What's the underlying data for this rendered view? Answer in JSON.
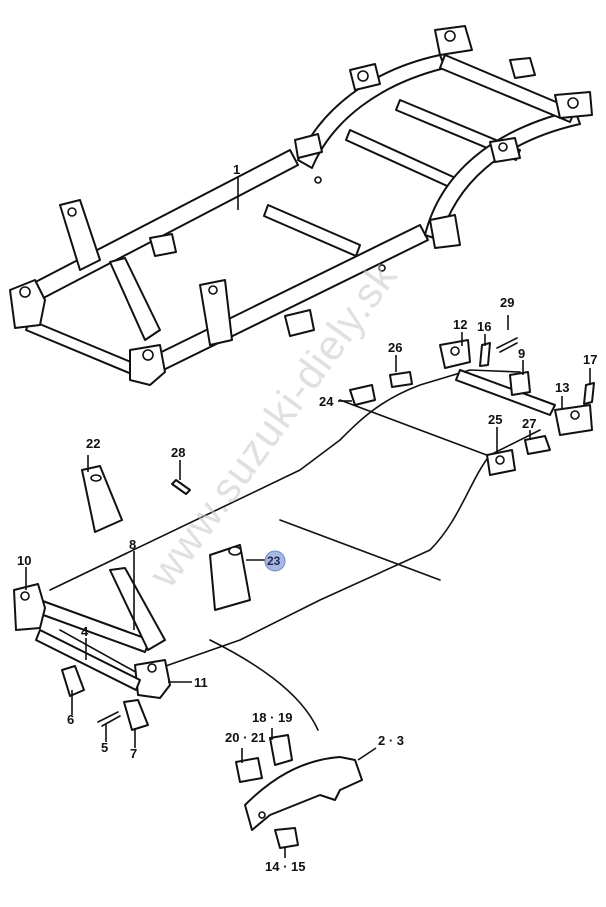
{
  "diagram": {
    "title": "Vehicle frame (chassis) exploded parts view",
    "watermark": "www.suzuki-diely.sk",
    "highlight_color": "#a9b8e3",
    "highlighted_label": "23",
    "callouts": [
      {
        "id": "1",
        "text": "1"
      },
      {
        "id": "2-3",
        "text": "2 · 3"
      },
      {
        "id": "4",
        "text": "4"
      },
      {
        "id": "5",
        "text": "5"
      },
      {
        "id": "6",
        "text": "6"
      },
      {
        "id": "7",
        "text": "7"
      },
      {
        "id": "8",
        "text": "8"
      },
      {
        "id": "9",
        "text": "9"
      },
      {
        "id": "10",
        "text": "10"
      },
      {
        "id": "11",
        "text": "11"
      },
      {
        "id": "12",
        "text": "12"
      },
      {
        "id": "13",
        "text": "13"
      },
      {
        "id": "14-15",
        "text": "14 · 15"
      },
      {
        "id": "16",
        "text": "16"
      },
      {
        "id": "17",
        "text": "17"
      },
      {
        "id": "18-19",
        "text": "18 · 19"
      },
      {
        "id": "20-21",
        "text": "20 · 21"
      },
      {
        "id": "22",
        "text": "22"
      },
      {
        "id": "23",
        "text": "23"
      },
      {
        "id": "24",
        "text": "24"
      },
      {
        "id": "25",
        "text": "25"
      },
      {
        "id": "26",
        "text": "26"
      },
      {
        "id": "27",
        "text": "27"
      },
      {
        "id": "28",
        "text": "28"
      },
      {
        "id": "29",
        "text": "29"
      }
    ]
  }
}
